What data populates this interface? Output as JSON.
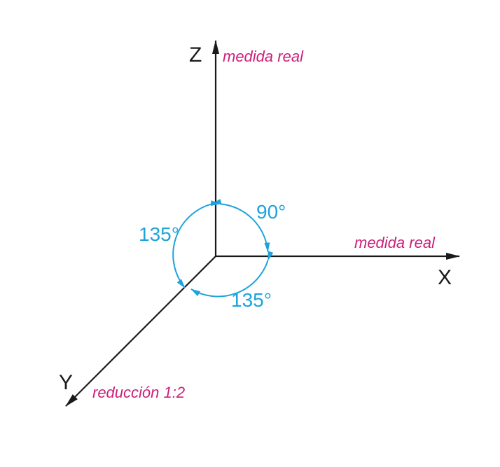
{
  "axes": {
    "z_label": "Z",
    "x_label": "X",
    "y_label": "Y"
  },
  "scale_notes": {
    "z": "medida real",
    "x": "medida real",
    "y": "reducción 1:2"
  },
  "angles": {
    "zx": "90°",
    "zy": "135°",
    "xy": "135°"
  },
  "colors": {
    "axis": "#1a1a1a",
    "scale_note": "#cc1f7a",
    "angle": "#1ea3dc"
  }
}
